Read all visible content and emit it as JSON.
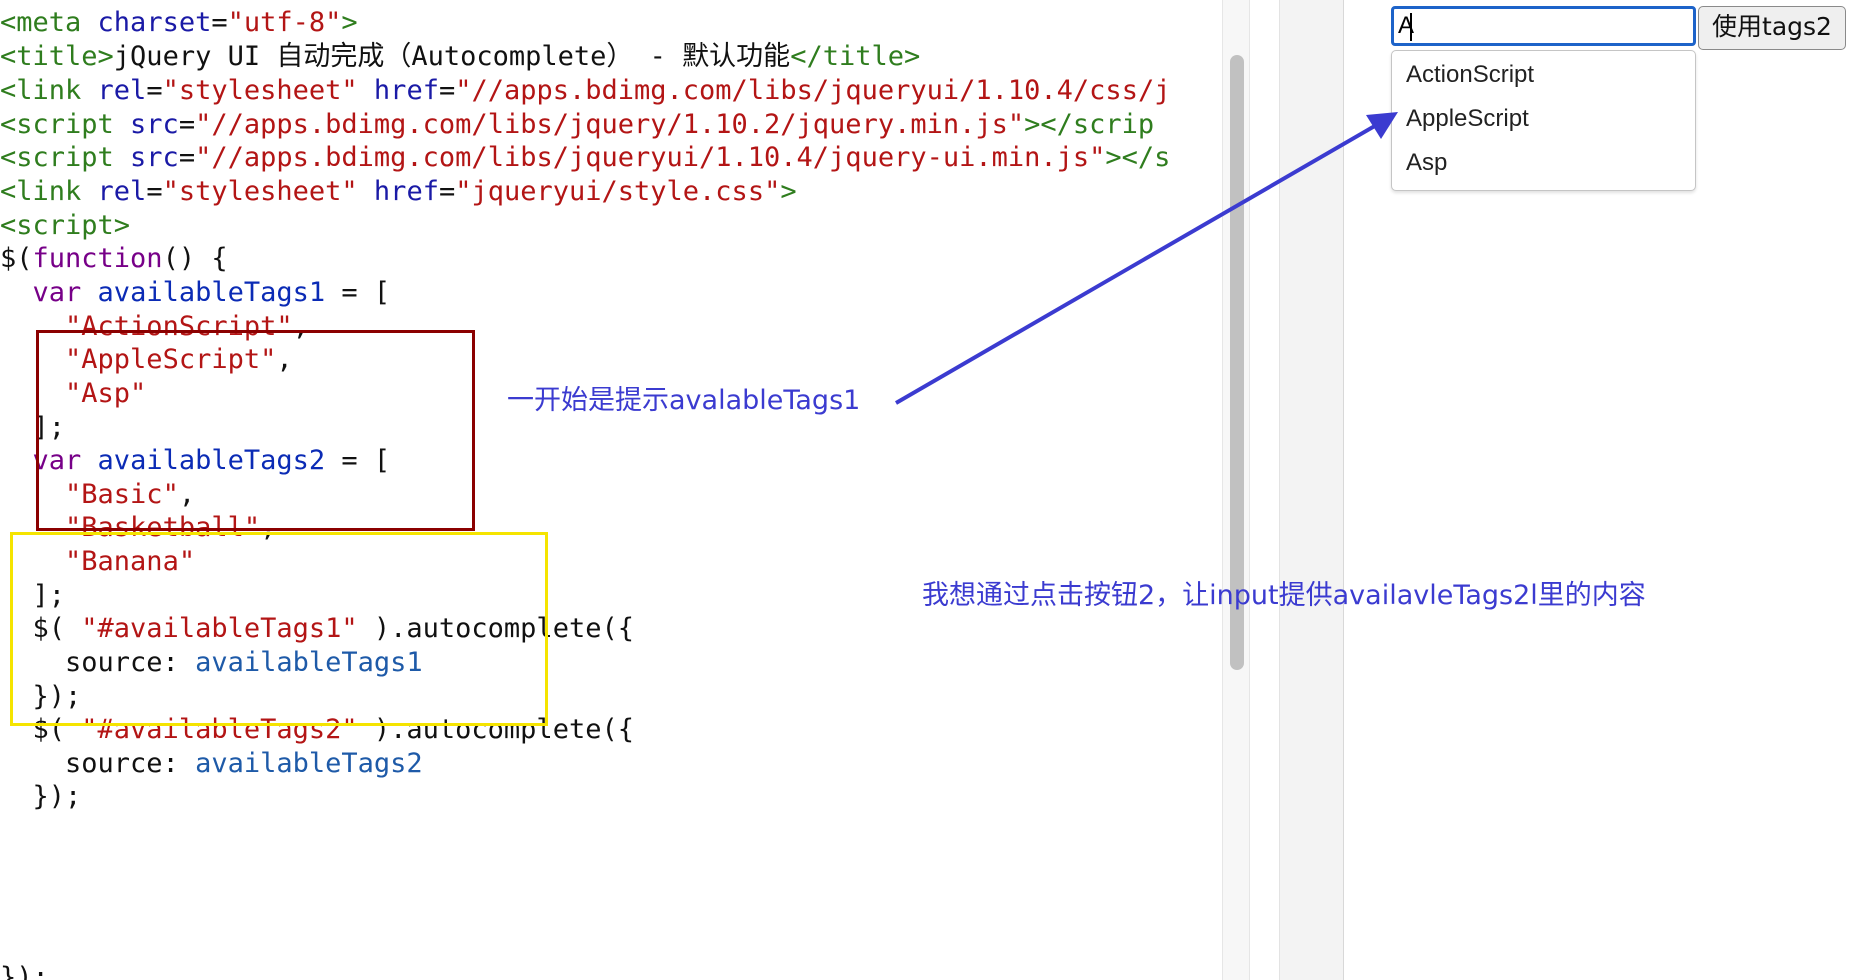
{
  "code_lines": {
    "l1": {
      "p1": "<meta ",
      "p2": "charset",
      "p3": "=",
      "p4": "\"utf-8\"",
      "p5": ">"
    },
    "l2": {
      "p1": "<title>",
      "p2": "jQuery UI 自动完成（Autocomplete） - 默认功能",
      "p3": "</title>"
    },
    "l3": {
      "p1": "<link ",
      "p2": "rel",
      "p3": "=",
      "p4": "\"stylesheet\"",
      "p5": " href",
      "p6": "=",
      "p7": "\"//apps.bdimg.com/libs/jqueryui/1.10.4/css/j"
    },
    "l4": {
      "p1": "<script ",
      "p2": "src",
      "p3": "=",
      "p4": "\"//apps.bdimg.com/libs/jquery/1.10.2/jquery.min.js\"",
      "p5": "></scrip"
    },
    "l5": {
      "p1": "<script ",
      "p2": "src",
      "p3": "=",
      "p4": "\"//apps.bdimg.com/libs/jqueryui/1.10.4/jquery-ui.min.js\"",
      "p5": "></s"
    },
    "l6": {
      "p1": "<link ",
      "p2": "rel",
      "p3": "=",
      "p4": "\"stylesheet\"",
      "p5": " href",
      "p6": "=",
      "p7": "\"jqueryui/style.css\"",
      "p8": ">"
    },
    "l7": {
      "p1": "<script>"
    },
    "l8": {
      "p1": "$(",
      "p2": "function",
      "p3": "() {"
    },
    "l9": {
      "p1": "  ",
      "p2": "var",
      "p3": " availableTags1",
      "p4": " = ["
    },
    "l10": {
      "p1": "    ",
      "p2": "\"ActionScript\"",
      "p3": ","
    },
    "l11": {
      "p1": "    ",
      "p2": "\"AppleScript\"",
      "p3": ","
    },
    "l12": {
      "p1": "    ",
      "p2": "\"Asp\""
    },
    "l13": {
      "p1": "  ];"
    },
    "l14": {
      "p1": "  ",
      "p2": "var",
      "p3": " availableTags2",
      "p4": " = ["
    },
    "l15": {
      "p1": "    ",
      "p2": "\"Basic\"",
      "p3": ","
    },
    "l16": {
      "p1": "    ",
      "p2": "\"Basketball\"",
      "p3": ","
    },
    "l17": {
      "p1": "    ",
      "p2": "\"Banana\""
    },
    "l18": {
      "p1": "  ];"
    },
    "l19": {
      "p1": "  $( ",
      "p2": "\"#availableTags1\"",
      "p3": " ).autocomplete({"
    },
    "l20": {
      "p1": "    source: ",
      "p2": "availableTags1"
    },
    "l21": {
      "p1": "  });"
    },
    "l22": {
      "p1": "  $( ",
      "p2": "\"#availableTags2\"",
      "p3": " ).autocomplete({"
    },
    "l23": {
      "p1": "    source: ",
      "p2": "availableTags2"
    },
    "l24": {
      "p1": "  });"
    },
    "l25": {
      "p1": "});"
    }
  },
  "preview": {
    "input_value": "A",
    "button_label": "使用tags2",
    "suggestions": [
      "ActionScript",
      "AppleScript",
      "Asp"
    ]
  },
  "annotations": {
    "note1": "一开始是提示avalableTags1",
    "note2": "我想通过点击按钮2，让input提供availavleTags2l里的内容"
  },
  "colors": {
    "tag": "#2f7d1e",
    "string": "#b31515",
    "keyword": "#770088",
    "identifier": "#0b2bb5",
    "annotation": "#3b3bd0",
    "box_red": "#8b0000",
    "box_yellow": "#f5e400",
    "input_focus": "#1d63c9"
  }
}
